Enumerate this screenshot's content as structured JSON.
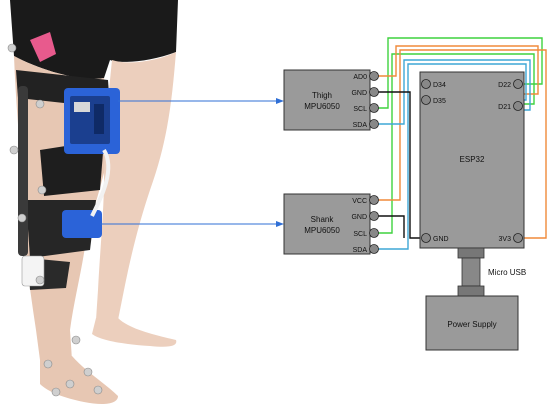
{
  "photo": {
    "description_icon": "knee-brace-with-sensors-photo"
  },
  "diagram": {
    "thigh": {
      "label_line1": "Thigh",
      "label_line2": "MPU6050",
      "pins": [
        "AD0",
        "GND",
        "SCL",
        "SDA"
      ]
    },
    "shank": {
      "label_line1": "Shank",
      "label_line2": "MPU6050",
      "pins": [
        "VCC",
        "GND",
        "SCL",
        "SDA"
      ]
    },
    "esp32": {
      "label": "ESP32",
      "pins_left": [
        "D34",
        "D35",
        "GND"
      ],
      "pins_right": [
        "D22",
        "D21",
        "3V3"
      ]
    },
    "usb": {
      "label": "Micro  USB"
    },
    "power": {
      "label": "Power Supply"
    }
  },
  "colors": {
    "module_fill": "#9a9a9a",
    "pin_fill": "#888888",
    "arrow": "#2f6fd6",
    "wire_green": "#3fd23f",
    "wire_orange": "#f08a3a",
    "wire_cyan": "#3fa7d6",
    "wire_black": "#111111"
  }
}
